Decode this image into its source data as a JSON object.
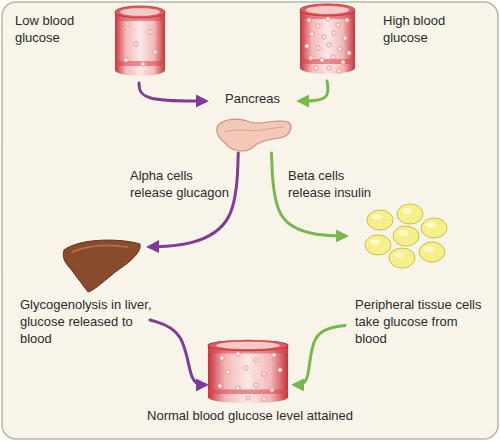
{
  "diagram": {
    "nodes": [
      {
        "text": [
          "Low blood glucose"
        ]
      },
      {
        "text": [
          "High blood glucose"
        ]
      },
      {
        "text": [
          "Pancreas"
        ]
      },
      {
        "text": [
          "Glycogenolysis in liver, glucose released to blood"
        ]
      },
      {
        "text": [
          "Peripheral tissue cells take glucose from blood"
        ]
      },
      {
        "text": [
          "Normal blood glucose level attained"
        ]
      }
    ],
    "edges": [
      {
        "from": 0,
        "to": 2,
        "arrow": "to"
      },
      {
        "from": 1,
        "to": 2,
        "arrow": "to"
      },
      {
        "from": 2,
        "to": 3,
        "label": "Alpha cells release glucagon",
        "arrow": "to"
      },
      {
        "from": 2,
        "to": 4,
        "label": "Beta cells release insulin",
        "arrow": "to"
      },
      {
        "from": 3,
        "to": 5,
        "arrow": "to"
      },
      {
        "from": 4,
        "to": 5,
        "arrow": "to"
      }
    ]
  }
}
